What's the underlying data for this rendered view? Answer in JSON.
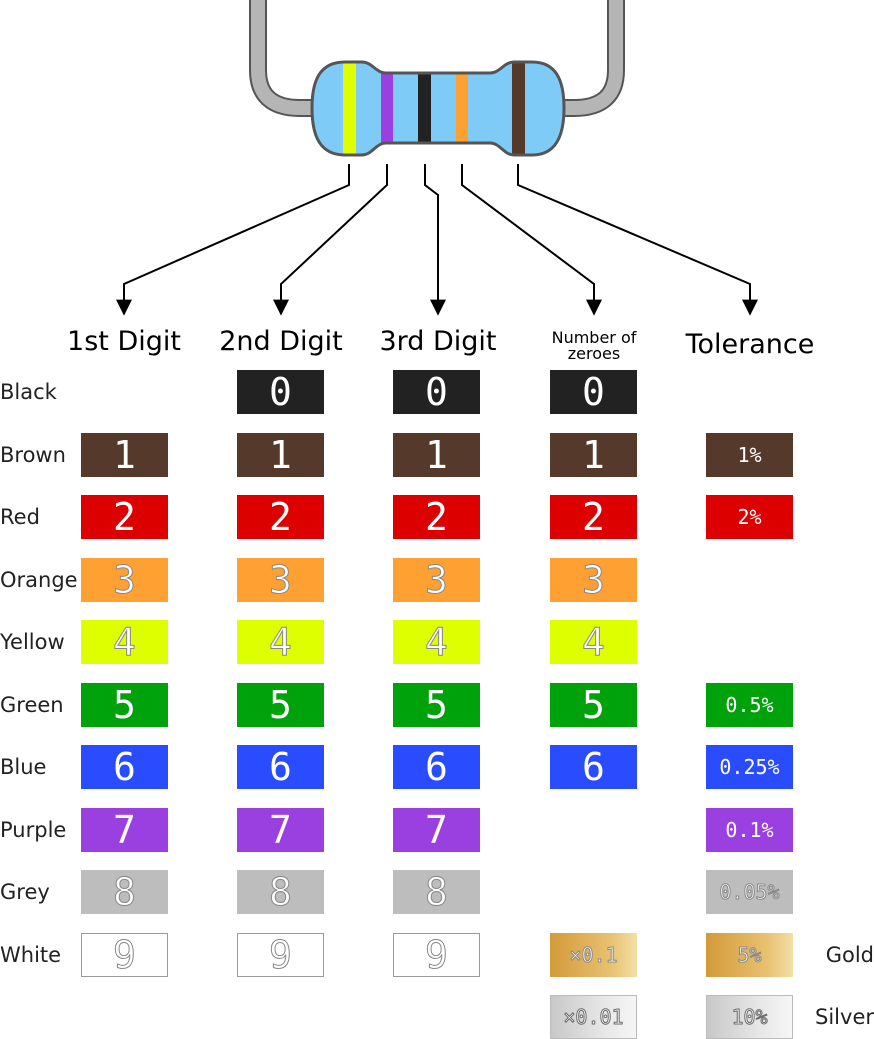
{
  "colors": {
    "Black": "#222222",
    "Brown": "#553a2c",
    "Red": "#dc0000",
    "Orange": "#ffa033",
    "Yellow": "#deff00",
    "Green": "#00a20b",
    "Blue": "#2a4cff",
    "Purple": "#9a3fe0",
    "Grey": "#bdbdbd",
    "White": "#ffffff",
    "Gold": "#d9a84a",
    "Silver": "#d0d0d0",
    "resistor_body": "#7ecbf8",
    "lead": "#b5b5b5"
  },
  "resistor": {
    "bands": [
      "Yellow",
      "Purple",
      "Black",
      "Orange",
      "Brown"
    ]
  },
  "headers": {
    "digit1": "1st Digit",
    "digit2": "2nd Digit",
    "digit3": "3rd Digit",
    "zeroes": "Number of zeroes",
    "tolerance": "Tolerance"
  },
  "rows": [
    {
      "label": "Black",
      "color": "Black",
      "d1": "",
      "d2": "0",
      "d3": "0",
      "zeros": "0",
      "tol": ""
    },
    {
      "label": "Brown",
      "color": "Brown",
      "d1": "1",
      "d2": "1",
      "d3": "1",
      "zeros": "1",
      "tol": "1%"
    },
    {
      "label": "Red",
      "color": "Red",
      "d1": "2",
      "d2": "2",
      "d3": "2",
      "zeros": "2",
      "tol": "2%"
    },
    {
      "label": "Orange",
      "color": "Orange",
      "d1": "3",
      "d2": "3",
      "d3": "3",
      "zeros": "3",
      "tol": ""
    },
    {
      "label": "Yellow",
      "color": "Yellow",
      "d1": "4",
      "d2": "4",
      "d3": "4",
      "zeros": "4",
      "tol": ""
    },
    {
      "label": "Green",
      "color": "Green",
      "d1": "5",
      "d2": "5",
      "d3": "5",
      "zeros": "5",
      "tol": "0.5%"
    },
    {
      "label": "Blue",
      "color": "Blue",
      "d1": "6",
      "d2": "6",
      "d3": "6",
      "zeros": "6",
      "tol": "0.25%"
    },
    {
      "label": "Purple",
      "color": "Purple",
      "d1": "7",
      "d2": "7",
      "d3": "7",
      "zeros": "",
      "tol": "0.1%"
    },
    {
      "label": "Grey",
      "color": "Grey",
      "d1": "8",
      "d2": "8",
      "d3": "8",
      "zeros": "",
      "tol": "0.05%"
    },
    {
      "label": "White",
      "color": "White",
      "d1": "9",
      "d2": "9",
      "d3": "9",
      "zeros": "",
      "tol": ""
    }
  ],
  "extra_rows": [
    {
      "label": "Gold",
      "color": "Gold",
      "zeros": "×0.1",
      "tol": "5%"
    },
    {
      "label": "Silver",
      "color": "Silver",
      "zeros": "×0.01",
      "tol": "10%"
    }
  ]
}
